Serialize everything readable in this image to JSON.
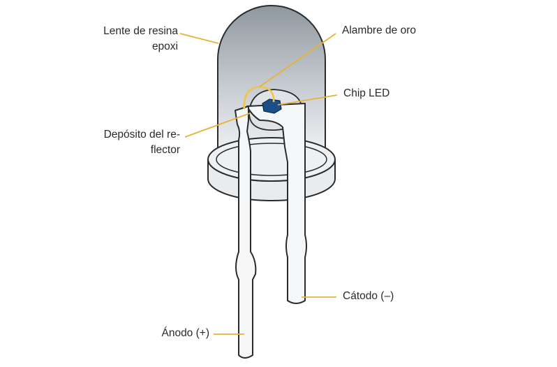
{
  "diagram": {
    "labels": {
      "lens_line1": "Lente de resina",
      "lens_line2": "epoxi",
      "gold_wire": "Alambre de oro",
      "chip": "Chip LED",
      "reflector_line1": "Depósito del re-",
      "reflector_line2": "flector",
      "cathode": "Cátodo (–)",
      "anode": "Ánodo (+)"
    },
    "colors": {
      "lens_top": "#8f989f",
      "lens_bottom": "#f3f5f7",
      "outline": "#2b2b2b",
      "leader": "#e7b23a",
      "gold_wire": "#f2c542",
      "chip": "#1d4f87"
    }
  }
}
